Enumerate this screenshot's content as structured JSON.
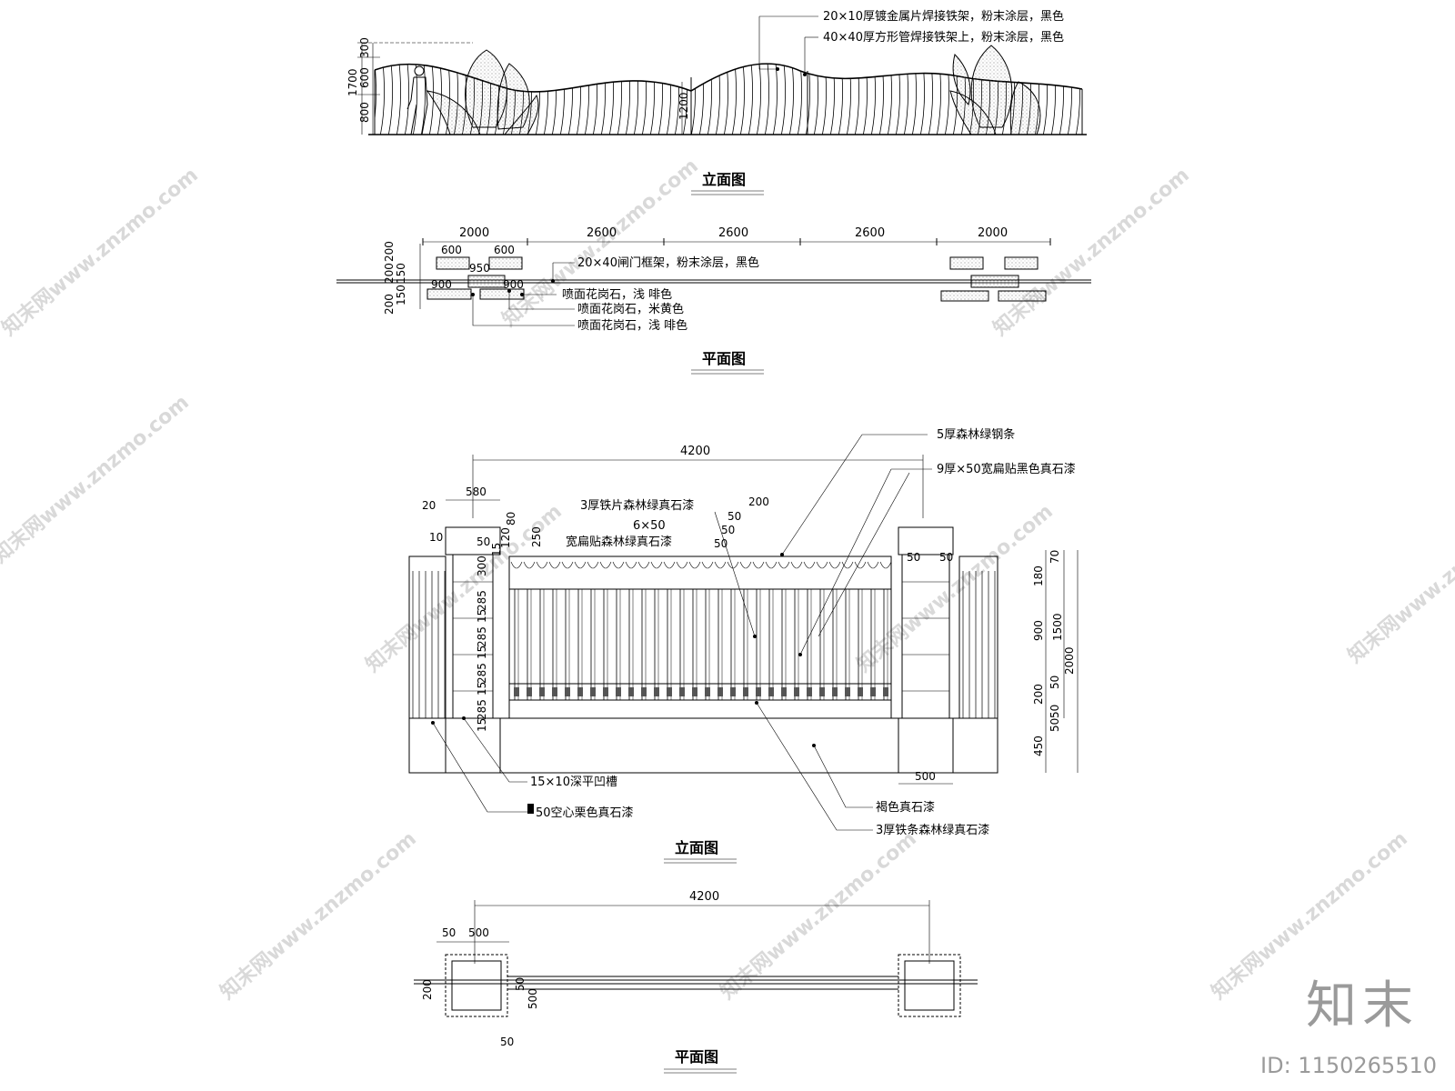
{
  "elevation_1": {
    "title": "立面图",
    "callouts": [
      "20×10厚镀金属片焊接铁架，粉末涂层，黑色",
      "40×40厚方形管焊接铁架上，粉末涂层，黑色"
    ],
    "dims_vertical": [
      "1700",
      "600",
      "300",
      "800",
      "1200"
    ]
  },
  "plan_1": {
    "title": "平面图",
    "spans": [
      "2000",
      "2600",
      "2600",
      "2600",
      "2000"
    ],
    "small_dims": [
      "600",
      "600",
      "950",
      "900",
      "900"
    ],
    "vertical_dims": [
      "200",
      "200",
      "150",
      "150",
      "200"
    ],
    "callouts": [
      "20×40闸门框架，粉末涂层，黑色",
      "喷面花岗石，浅  啡色",
      "喷面花岗石，米黄色",
      "喷面花岗石，浅  啡色"
    ]
  },
  "elevation_2": {
    "title": "立面图",
    "overall": "4200",
    "callouts_right": [
      "5厚森林绿钢条",
      "9厚×50宽扁贴黑色真石漆"
    ],
    "callouts_top": [
      "3厚铁片森林绿真石漆",
      "6×50",
      "宽扁贴森林绿真石漆"
    ],
    "callouts_bottom": [
      "15×10深平凹槽",
      "50空心栗色真石漆",
      "褐色真石漆",
      "3厚铁条森林绿真石漆"
    ],
    "dims_top": [
      "580",
      "20",
      "10",
      "50",
      "120",
      "80",
      "250",
      "15",
      "300",
      "200",
      "50",
      "50",
      "50",
      "50"
    ],
    "dims_left": [
      "285",
      "15",
      "285",
      "15",
      "285",
      "15",
      "285",
      "15"
    ],
    "dims_right": [
      "70",
      "180",
      "900",
      "1500",
      "2000",
      "200",
      "50",
      "50",
      "450",
      "50"
    ],
    "dim_500": "500"
  },
  "plan_2": {
    "title": "平面图",
    "overall": "4200",
    "dims": [
      "50",
      "500",
      "200",
      "50",
      "500",
      "50"
    ]
  },
  "watermark": {
    "text": "知末网www.znzmo.com",
    "brand": "知末",
    "id": "ID: 1150265510"
  }
}
